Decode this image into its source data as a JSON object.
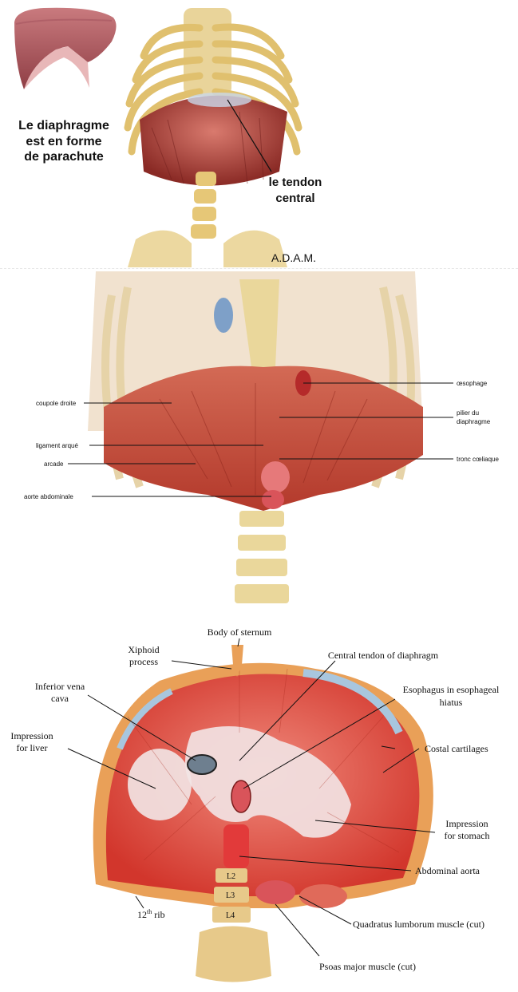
{
  "panel1": {
    "caption_lines": [
      "Le diaphragme",
      "est en forme",
      "de parachute"
    ],
    "tendon_lines": [
      "le tendon",
      "central"
    ],
    "logo": "A.D.A.M."
  },
  "panel2": {
    "labels": {
      "coupole_droite": "coupole droite",
      "ligament_arque": "ligament arqué",
      "arcade": "arcade",
      "aorte_abdominale": "aorte abdominale",
      "oesophage": "œsophage",
      "pilier_1": "pilier du",
      "pilier_2": "diaphragme",
      "tronc_coeliaque": "tronc cœliaque"
    }
  },
  "panel3": {
    "labels": {
      "body_of_sternum": "Body of sternum",
      "xiphoid_1": "Xiphoid",
      "xiphoid_2": "process",
      "central_tendon": "Central tendon of diaphragm",
      "ivc_1": "Inferior vena",
      "ivc_2": "cava",
      "esophagus_1": "Esophagus in esophageal",
      "esophagus_2": "hiatus",
      "liver_1": "Impression",
      "liver_2": "for liver",
      "costal": "Costal cartilages",
      "stomach_1": "Impression",
      "stomach_2": "for stomach",
      "aorta": "Abdominal aorta",
      "rib_num": "12",
      "rib_sup": "th",
      "rib_word": " rib",
      "quadratus": "Quadratus lumborum muscle (cut)",
      "psoas": "Psoas major muscle (cut)",
      "l2": "L2",
      "l3": "L3",
      "l4": "L4"
    }
  }
}
